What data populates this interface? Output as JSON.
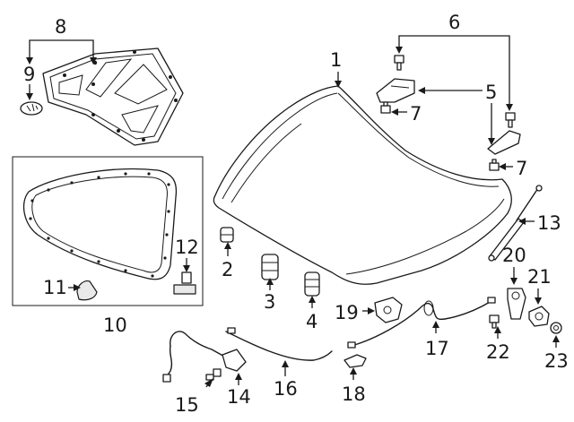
{
  "callouts": [
    {
      "id": "1",
      "text": "1"
    },
    {
      "id": "2",
      "text": "2"
    },
    {
      "id": "3",
      "text": "3"
    },
    {
      "id": "4",
      "text": "4"
    },
    {
      "id": "5",
      "text": "5"
    },
    {
      "id": "6",
      "text": "6"
    },
    {
      "id": "7a",
      "text": "7"
    },
    {
      "id": "7b",
      "text": "7"
    },
    {
      "id": "8",
      "text": "8"
    },
    {
      "id": "9",
      "text": "9"
    },
    {
      "id": "10",
      "text": "10"
    },
    {
      "id": "11",
      "text": "11"
    },
    {
      "id": "12",
      "text": "12"
    },
    {
      "id": "13",
      "text": "13"
    },
    {
      "id": "14",
      "text": "14"
    },
    {
      "id": "15",
      "text": "15"
    },
    {
      "id": "16",
      "text": "16"
    },
    {
      "id": "17",
      "text": "17"
    },
    {
      "id": "18",
      "text": "18"
    },
    {
      "id": "19",
      "text": "19"
    },
    {
      "id": "20",
      "text": "20"
    },
    {
      "id": "21",
      "text": "21"
    },
    {
      "id": "22",
      "text": "22"
    },
    {
      "id": "23",
      "text": "23"
    }
  ]
}
